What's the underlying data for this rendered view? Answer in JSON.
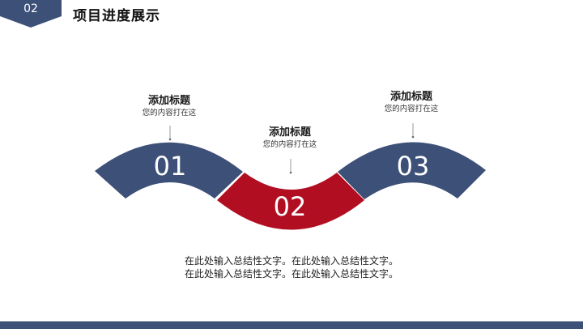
{
  "header": {
    "section_number": "02",
    "title": "项目进度展示"
  },
  "colors": {
    "primary_blue": "#3d5078",
    "accent_red": "#b20e22",
    "connector_gray": "#9a9a9a"
  },
  "steps": [
    {
      "number": "01",
      "title": "添加标题",
      "subtitle": "您的内容打在这",
      "color": "#3d5078"
    },
    {
      "number": "02",
      "title": "添加标题",
      "subtitle": "您的内容打在这",
      "color": "#b20e22"
    },
    {
      "number": "03",
      "title": "添加标题",
      "subtitle": "您的内容打在这",
      "color": "#3d5078"
    }
  ],
  "summary": {
    "line1": "在此处输入总结性文字。在此处输入总结性文字。",
    "line2": "在此处输入总结性文字。在此处输入总结性文字。"
  }
}
